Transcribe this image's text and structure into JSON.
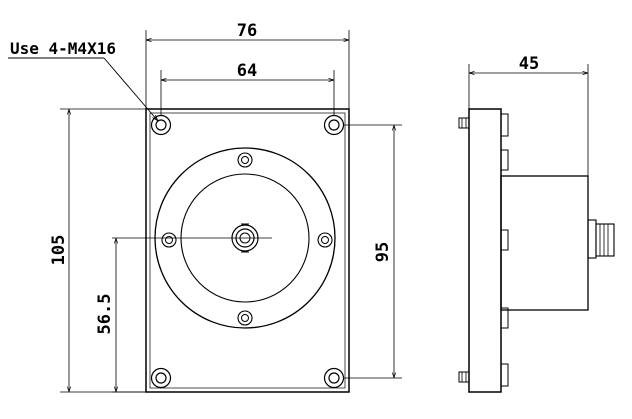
{
  "drawing": {
    "note": "Use 4-M4X16",
    "dimensions": {
      "overall_width": "76",
      "hole_spacing_horizontal": "64",
      "depth": "45",
      "overall_height": "105",
      "hole_spacing_vertical": "95",
      "center_height": "56.5"
    }
  }
}
